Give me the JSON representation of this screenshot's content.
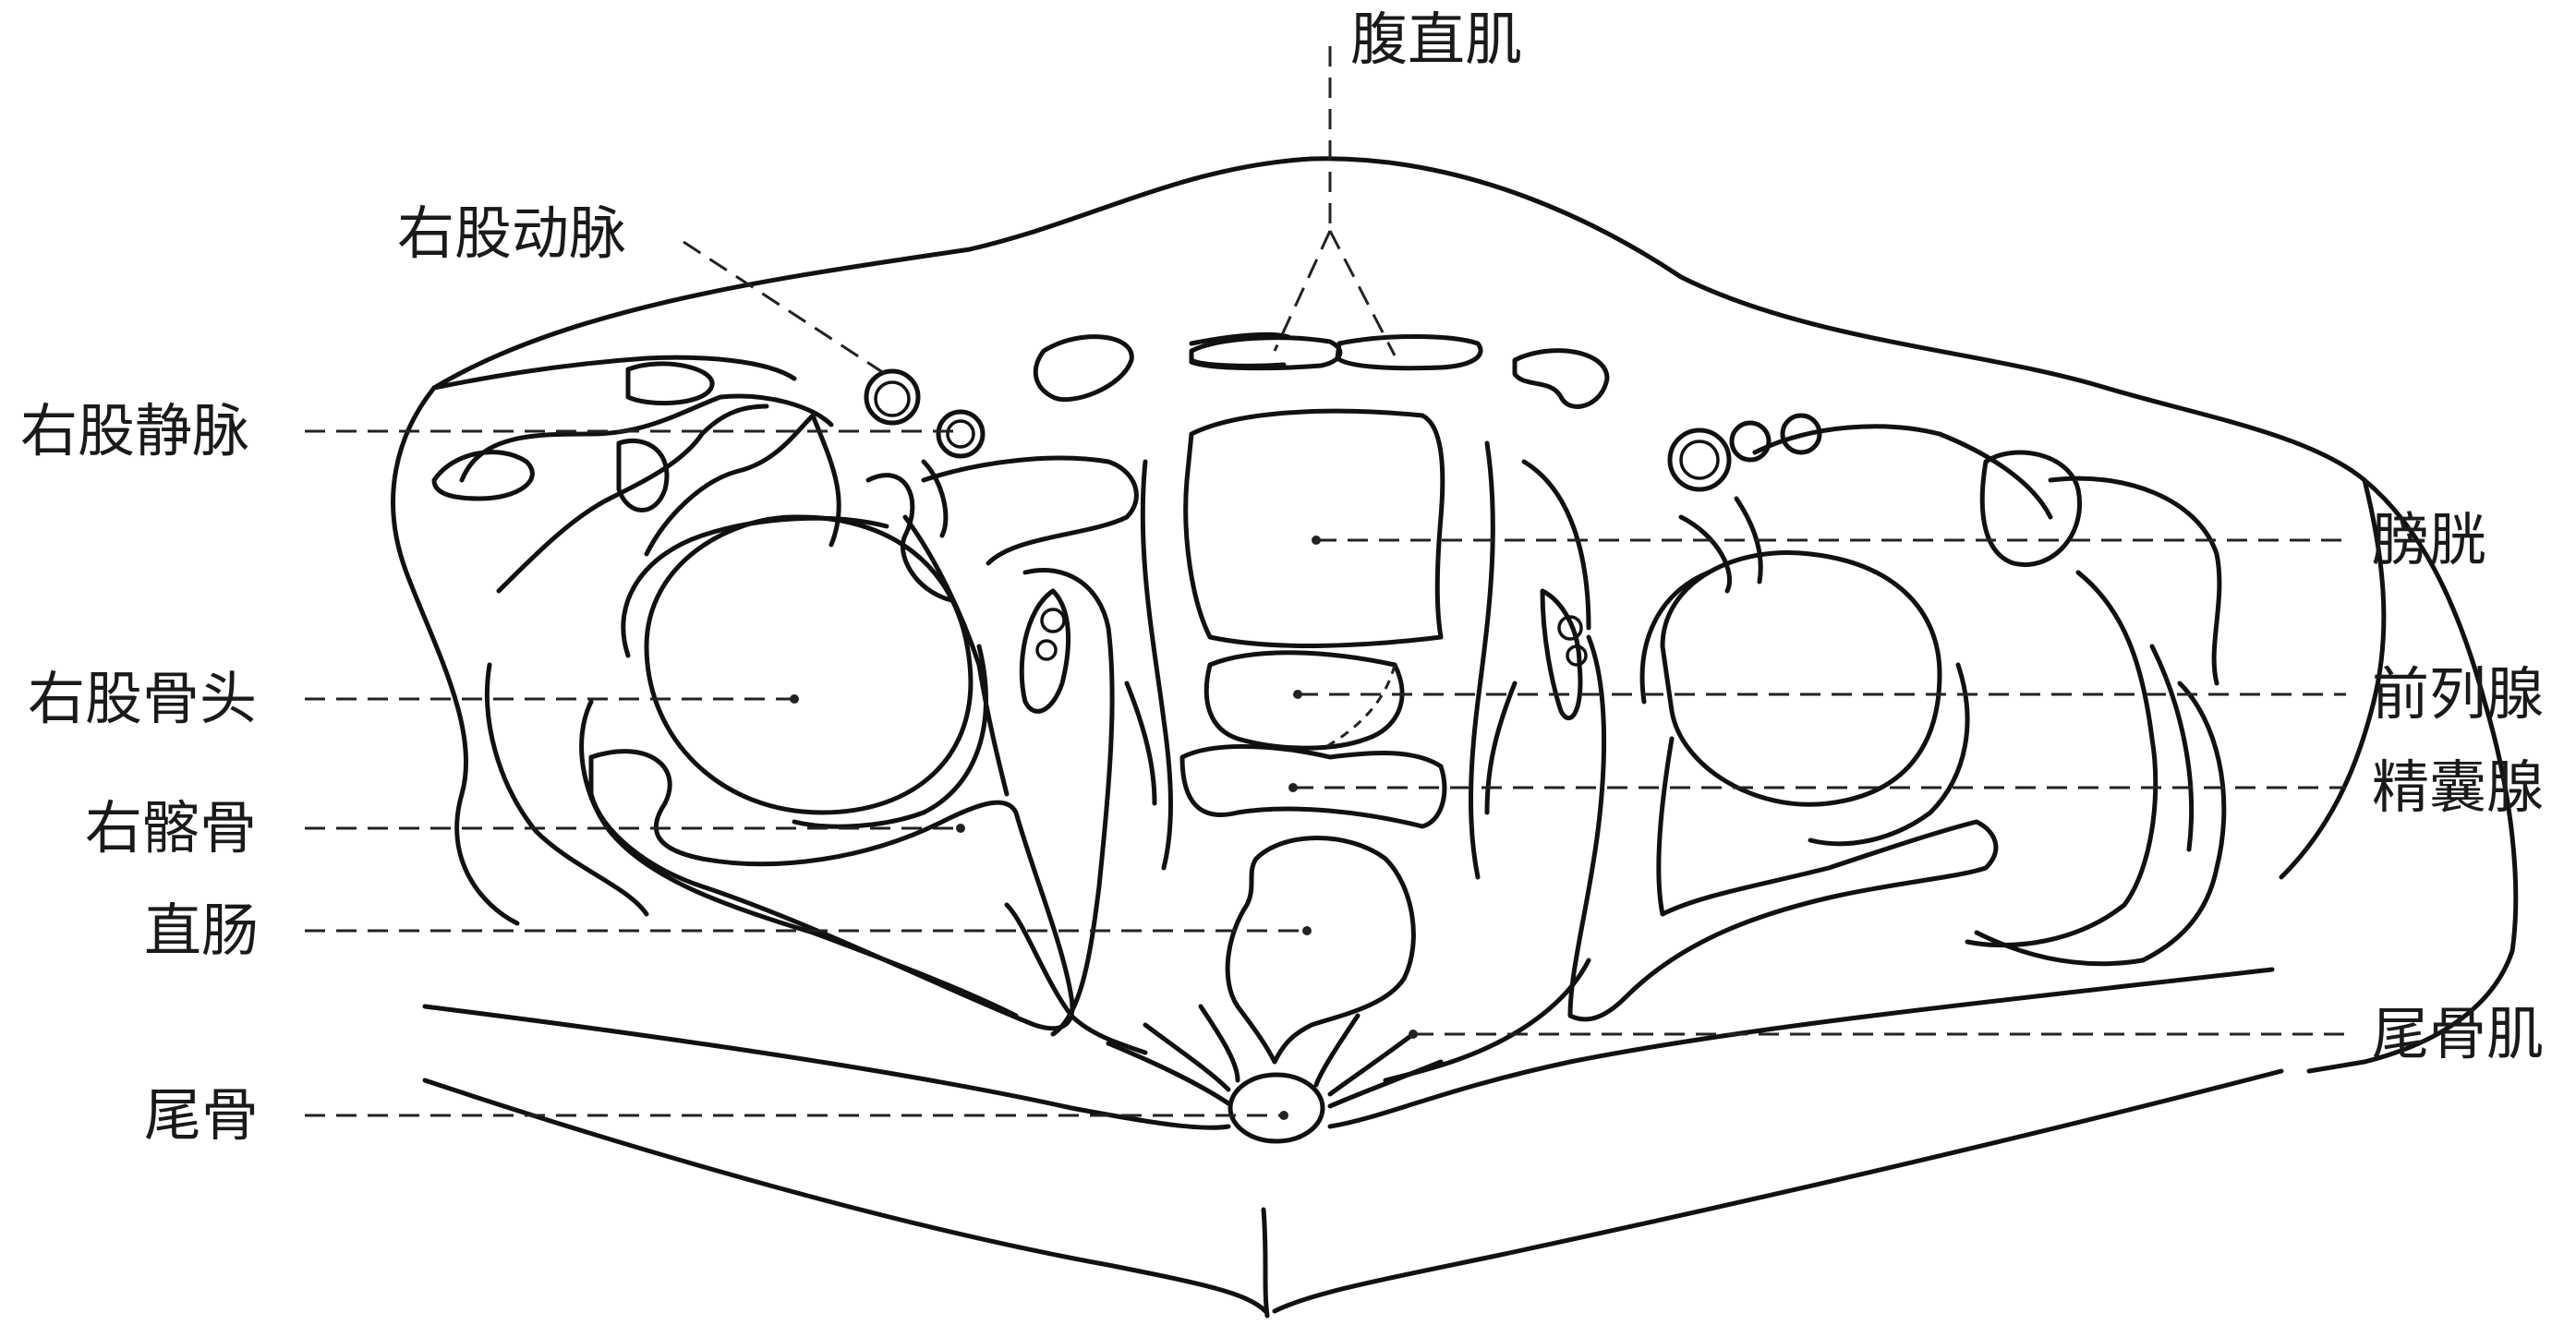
{
  "labels": {
    "rectus_abdominis": "腹直肌",
    "right_femoral_artery": "右股动脉",
    "right_femoral_vein": "右股静脉",
    "right_femoral_head": "右股骨头",
    "right_ischium": "右髂骨",
    "rectum": "直肠",
    "coccyx": "尾骨",
    "bladder": "膀胱",
    "prostate": "前列腺",
    "seminal_vesicle": "精囊腺",
    "coccygeus": "尾骨肌"
  }
}
